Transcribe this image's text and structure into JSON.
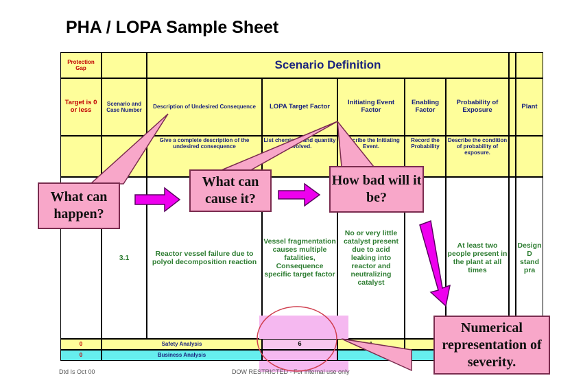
{
  "title": "PHA / LOPA Sample Sheet",
  "sheet": {
    "protection_gap_header": "Protection Gap",
    "scenario_definition_header": "Scenario Definition",
    "columns": {
      "target": "Target is 0 or less",
      "scenario_number": "Scenario and Case Number",
      "description": "Description of Undesired Consequence",
      "lopa_target": "LOPA Target Factor",
      "initiating_event": "Initiating Event Factor",
      "enabling_factor": "Enabling Factor",
      "probability_exposure": "Probability of Exposure",
      "plant": "Plant"
    },
    "instructions": {
      "description": "Give a complete description of the undesired consequence",
      "lopa_target": "List chemicals and quantity involved.",
      "initiating_event": "Describe the Initiating Event.",
      "enabling_factor": "Record the Probability",
      "probability_exposure": "Describe the condition of probability of exposure."
    },
    "row": {
      "scenario_number": "3.1",
      "description": "Reactor vessel failure due to polyol decomposition reaction",
      "lopa_target": "Vessel fragmentation causes multiple fatalities, Consequence specific target factor",
      "initiating_event": "No or very little catalyst present due to acid leaking into reactor and neutralizing catalyst",
      "probability_exposure": "At least two people present in the plant at all times",
      "plant": "Design D stand pra"
    },
    "safety_row": {
      "gap": "0",
      "label": "Safety Analysis",
      "value": "6",
      "next": "1"
    },
    "business_row": {
      "gap": "0",
      "label": "Business Analysis"
    },
    "footer_left": "Dtd Is Oct 00",
    "footer_right": "DOW RESTRICTED - For internal use only"
  },
  "callouts": {
    "what_happen": "What can happen?",
    "what_cause": "What can cause it?",
    "how_bad": "How bad will it be?",
    "numerical": "Numerical representation of severity."
  },
  "colors": {
    "header_yellow": "#fefe9a",
    "callout_pink": "#f8a7c9",
    "arrow_magenta": "#ee00ee",
    "business_cyan": "#66eeee",
    "highlight_pink": "#f5b8f0",
    "text_red": "#c00000",
    "text_navy": "#1a237e",
    "text_green": "#2e7d32"
  }
}
